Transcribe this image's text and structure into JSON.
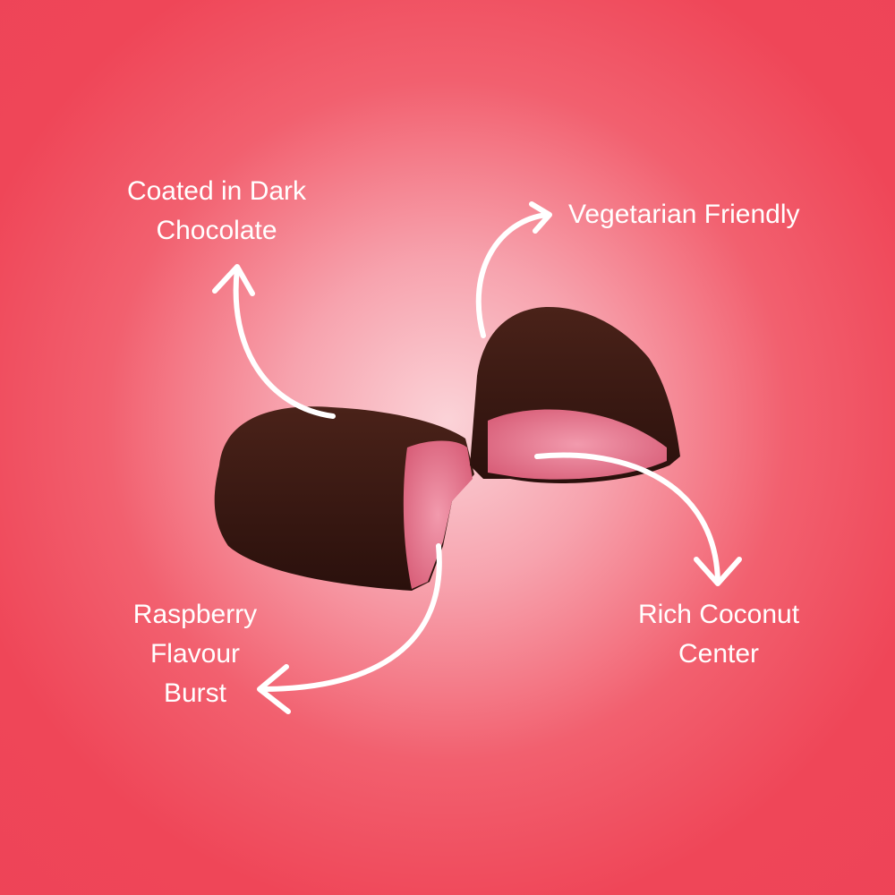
{
  "labels": {
    "coating": [
      "Coated in Dark",
      "Chocolate"
    ],
    "vegetarian": [
      "Vegetarian Friendly"
    ],
    "coconut": [
      "Rich Coconut",
      "Center"
    ],
    "raspberry": [
      "Raspberry",
      "Flavour",
      "Burst"
    ]
  },
  "colors": {
    "background_edge": "#ee4357",
    "background_center": "#fbd3d8",
    "chocolate": "#3a1914",
    "filling": "#e8798f",
    "text": "#ffffff"
  }
}
